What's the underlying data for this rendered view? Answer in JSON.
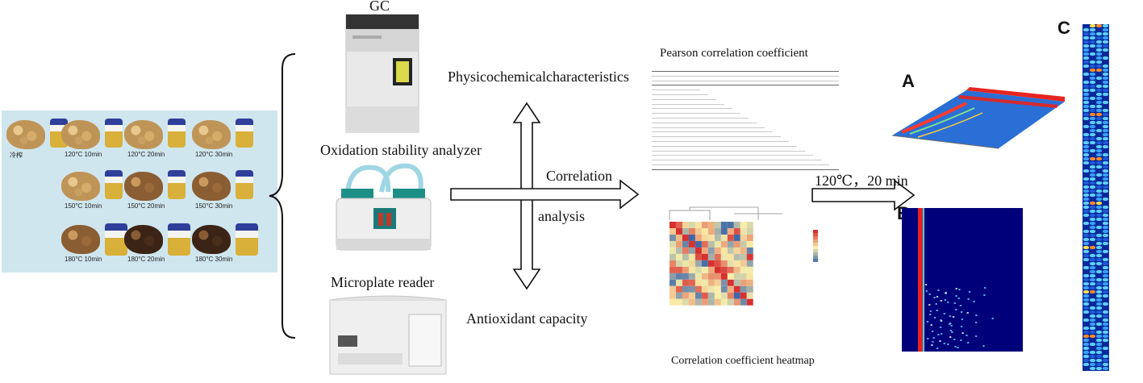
{
  "samples": {
    "items": [
      {
        "label": "冷榨",
        "roast": "light",
        "col": 0,
        "row": 0
      },
      {
        "label": "120°C 10min",
        "roast": "light",
        "col": 1,
        "row": 0
      },
      {
        "label": "120°C 20min",
        "roast": "light",
        "col": 2,
        "row": 0
      },
      {
        "label": "120°C 30min",
        "roast": "light",
        "col": 3,
        "row": 0
      },
      {
        "label": "150°C 10min",
        "roast": "light",
        "col": 1,
        "row": 1
      },
      {
        "label": "150°C 20min",
        "roast": "medium",
        "col": 2,
        "row": 1
      },
      {
        "label": "150°C 30min",
        "roast": "medium",
        "col": 3,
        "row": 1
      },
      {
        "label": "180°C 10min",
        "roast": "medium",
        "col": 1,
        "row": 2
      },
      {
        "label": "180°C 20min",
        "roast": "dark",
        "col": 2,
        "row": 2
      },
      {
        "label": "180°C 30min",
        "roast": "dark",
        "col": 3,
        "row": 2
      }
    ]
  },
  "instruments": {
    "gc": "GC",
    "osa": "Oxidation stability analyzer",
    "mpr": "Microplate reader"
  },
  "center": {
    "physico": "Physicochemicalcharacteristics",
    "correlation": "Correlation",
    "analysis": "analysis",
    "antioxidant": "Antioxidant capacity"
  },
  "results": {
    "pearson_title": "Pearson correlation coefficient",
    "heatmap_caption": "Correlation coefficient heatmap",
    "condition": "120℃，20 min",
    "label_a": "A",
    "label_b": "B",
    "label_c": "C"
  },
  "colors": {
    "background": "#ffffff",
    "sample_panel": "#cfe6ee",
    "heat_high": "#d7302f",
    "heat_low": "#2c5aa8",
    "gcims_bg": "#00007a"
  }
}
